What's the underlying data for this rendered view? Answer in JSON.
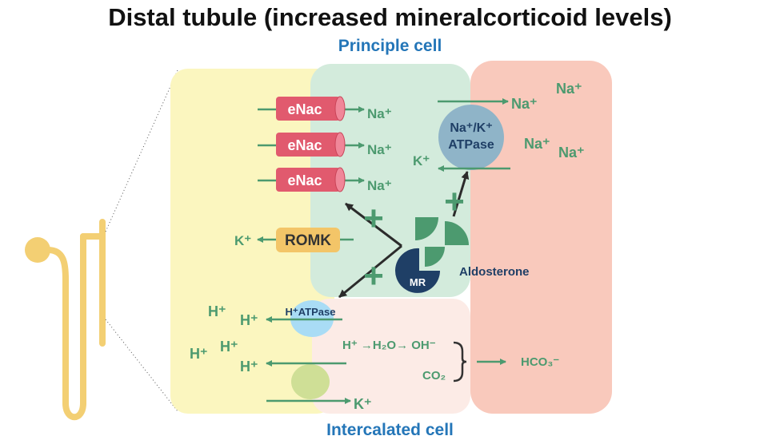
{
  "title": "Distal tubule (increased mineralcorticoid levels)",
  "labels": {
    "principle_cell": "Principle cell",
    "intercalated_cell": "Intercalated cell",
    "aldosterone": "Aldosterone",
    "mr": "MR"
  },
  "channels": {
    "enac": "eNac",
    "romk": "ROMK",
    "na_k_atpase_line1": "Na⁺/K⁺",
    "na_k_atpase_line2": "ATPase",
    "h_atpase": "H⁺ATPase"
  },
  "ions": {
    "na": "Na⁺",
    "k": "K⁺",
    "h": "H⁺",
    "reaction": "H⁺ →H₂O→ OH⁻",
    "co2": "CO₂",
    "hco3": "HCO₃⁻",
    "plus": "+"
  },
  "colors": {
    "lumen_yellow": "#fbf6bf",
    "principle_green": "#d3ebdc",
    "interstitium_red": "#f9c9bc",
    "intercalated_pink": "#fcebe6",
    "arrow_green": "#4c9a6f",
    "enac_red": "#e15a6e",
    "romk_orange": "#f3c568",
    "nak_atpase_blue": "#8fb4c8",
    "h_atpase_blue": "#a9dcf5",
    "exchanger_green": "#cfdf96",
    "mr_navy": "#1f3f66",
    "label_blue": "#2476b8",
    "tubule_yellow": "#f3cf73"
  }
}
